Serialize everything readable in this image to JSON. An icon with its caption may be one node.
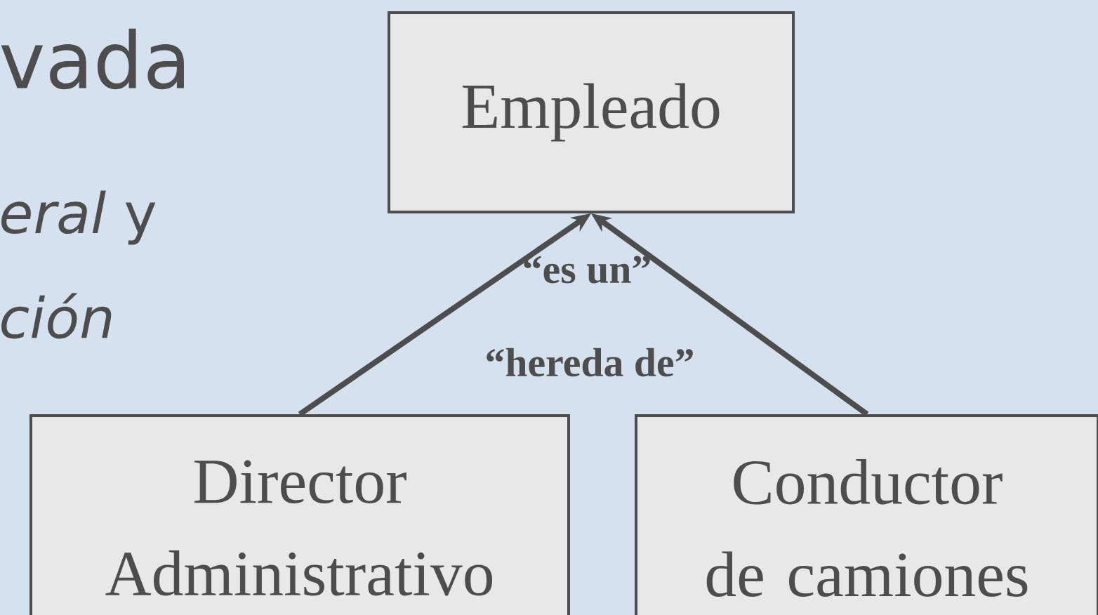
{
  "diagram": {
    "nodes": [
      {
        "text": [
          "Empleado"
        ]
      },
      {
        "text": [
          "Director Administrativo"
        ]
      },
      {
        "text": [
          "Conductor de camiones"
        ]
      }
    ],
    "edges": [
      {
        "from": 1,
        "to": 0,
        "arrow": "to"
      },
      {
        "from": 2,
        "to": 0,
        "arrow": "to"
      }
    ],
    "labels": [
      "vada",
      "*eral* y",
      "ción",
      "“es un”",
      "“hereda de”"
    ]
  }
}
